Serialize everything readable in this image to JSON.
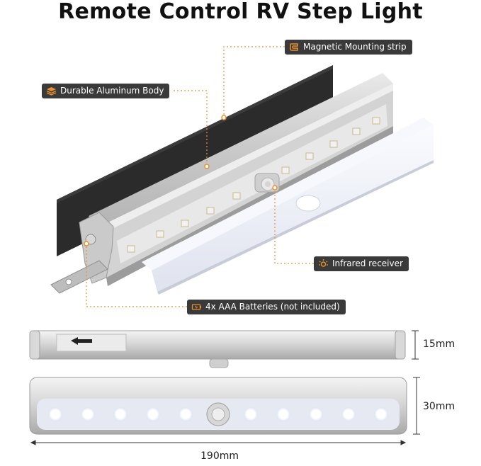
{
  "title": "Remote Control RV Step Light",
  "callouts": {
    "magnetic": "Magnetic Mounting strip",
    "aluminum": "Durable Aluminum Body",
    "infrared": "Infrared receiver",
    "batteries": "4x AAA Batteries (not included)"
  },
  "dimensions": {
    "depth": "15mm",
    "height": "30mm",
    "length": "190mm"
  },
  "colors": {
    "accent": "#e8912e",
    "tag_bg": "#3a3a3a"
  }
}
